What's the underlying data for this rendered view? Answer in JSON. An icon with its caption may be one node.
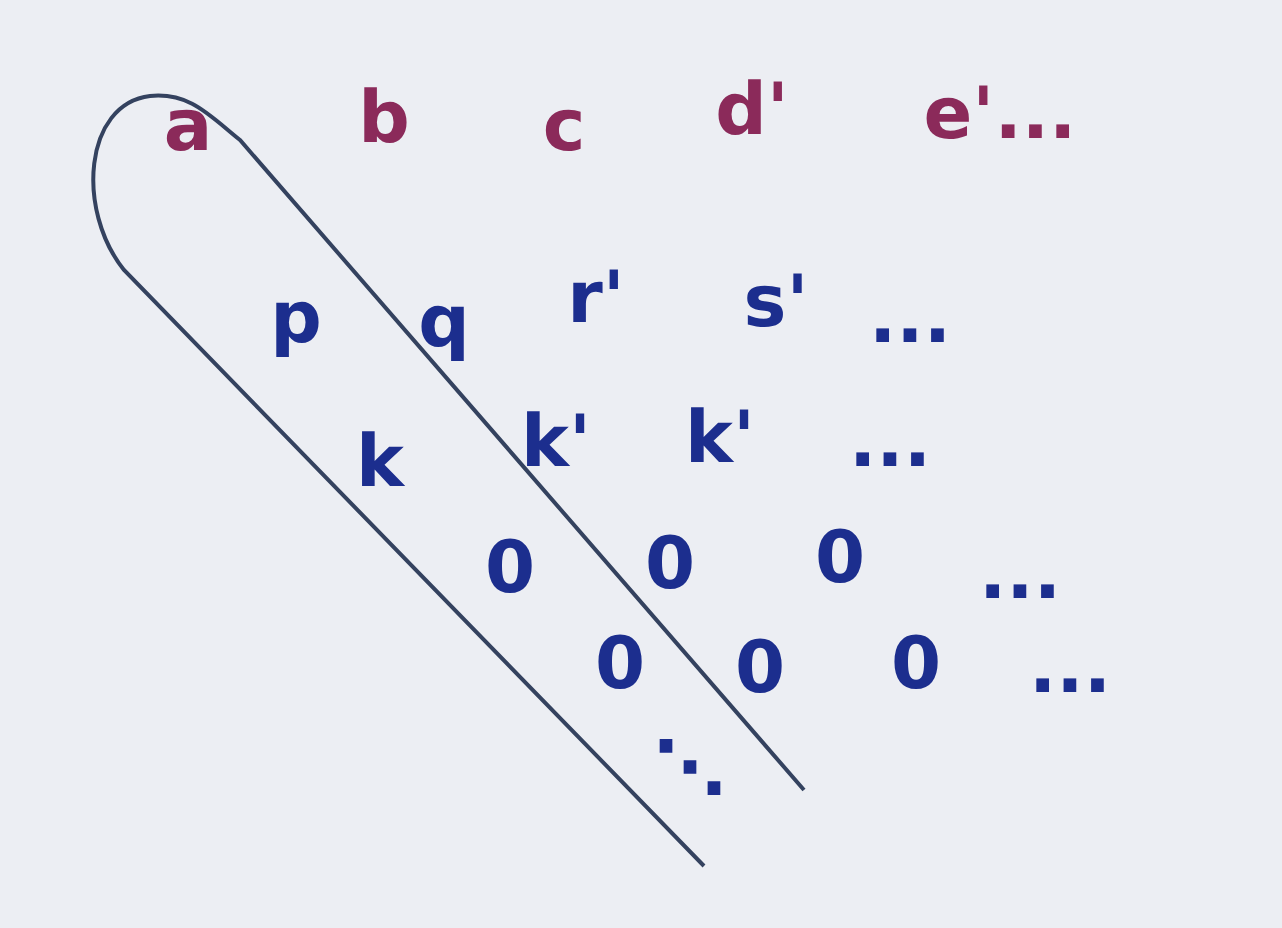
{
  "diagram": {
    "nodes": [
      {
        "text": [
          "a",
          "p",
          "k",
          "0",
          "0",
          "⋱"
        ]
      }
    ],
    "labels": [
      "b",
      "c",
      "d'",
      "e'...",
      "q",
      "r'",
      "s'",
      "...",
      "k'",
      "k'",
      "...",
      "0",
      "0",
      "...",
      "0",
      "0",
      "..."
    ]
  }
}
